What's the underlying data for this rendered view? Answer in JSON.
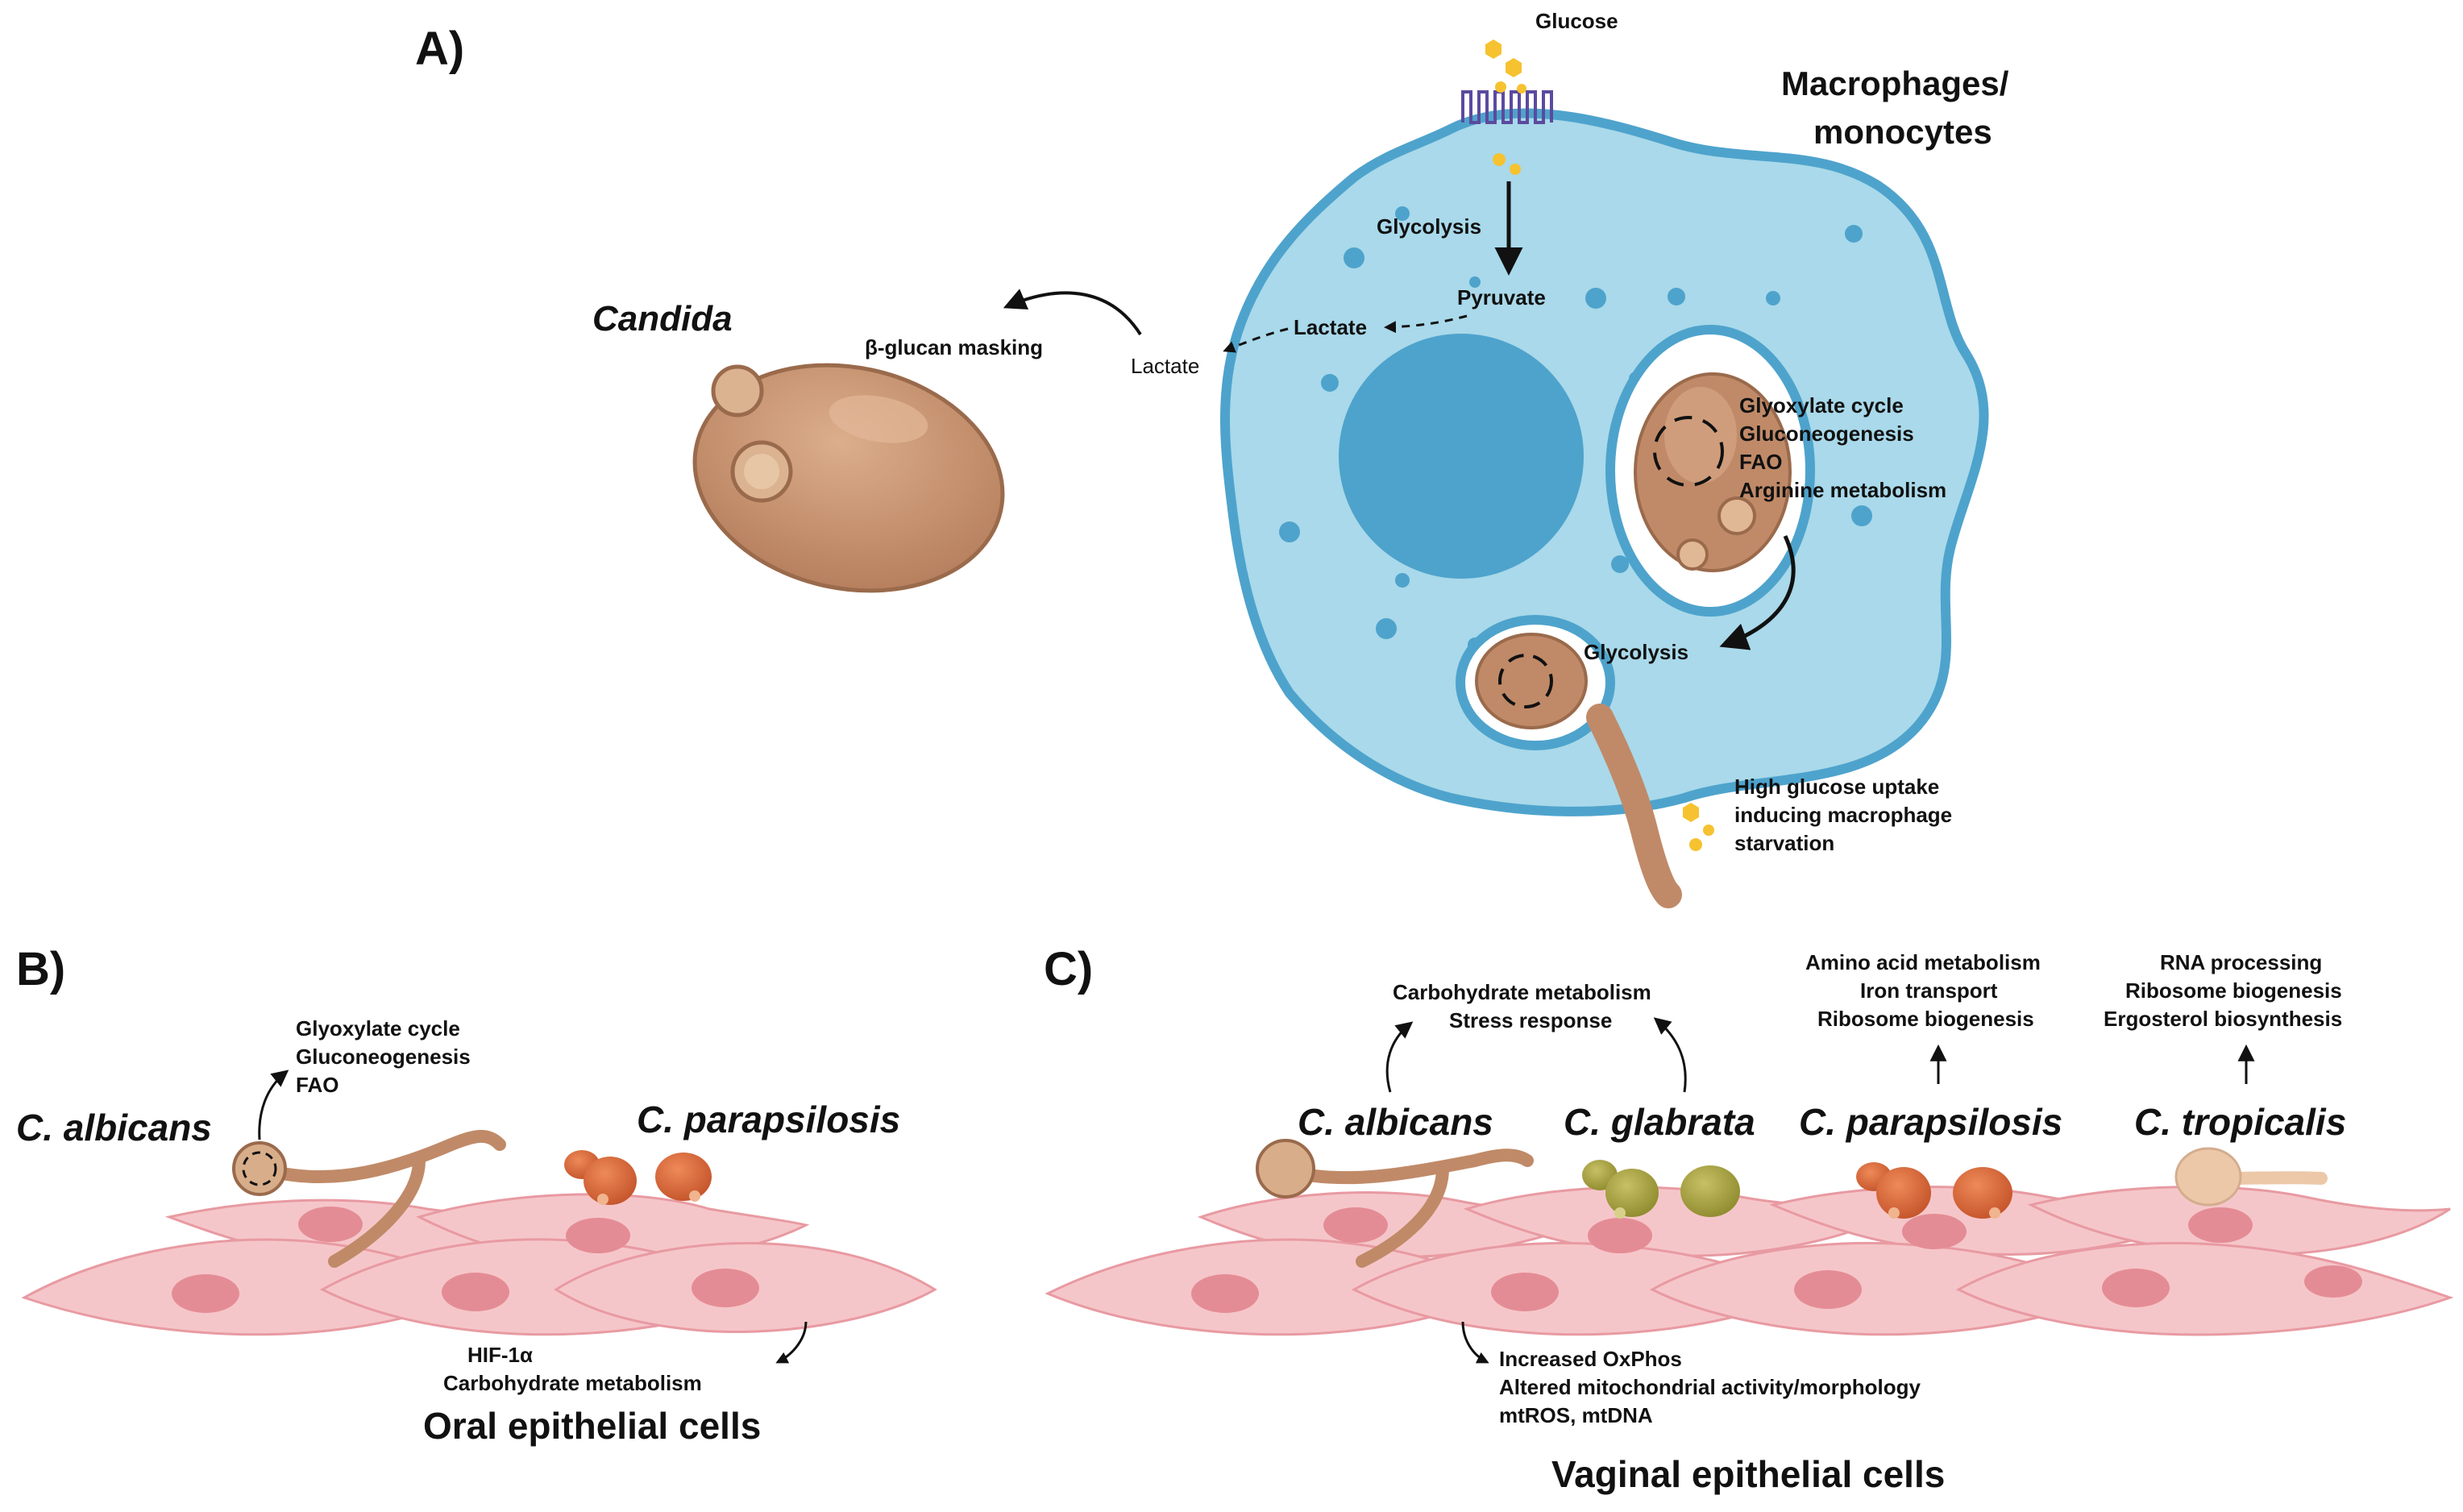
{
  "panel_a": {
    "label": "A)",
    "glucose": "Glucose",
    "host_title_line1": "Macrophages/",
    "host_title_line2": "monocytes",
    "glycolysis": "Glycolysis",
    "pyruvate": "Pyruvate",
    "lactate_inner": "Lactate",
    "lactate_outer": "Lactate",
    "beta_glucan": "β-glucan masking",
    "candida": "Candida",
    "phago_pathways": [
      "Glyoxylate cycle",
      "Gluconeogenesis",
      "FAO",
      "Arginine metabolism"
    ],
    "hyphal_glycolysis": "Glycolysis",
    "starvation": [
      "High glucose uptake",
      "inducing macrophage",
      "starvation"
    ]
  },
  "panel_b": {
    "label": "B)",
    "albicans_pathways": [
      "Glyoxylate cycle",
      "Gluconeogenesis",
      "FAO"
    ],
    "species_albicans": "C. albicans",
    "species_parapsilosis": "C. parapsilosis",
    "host_pathways": [
      "HIF-1α",
      "Carbohydrate metabolism"
    ],
    "cells_title": "Oral epithelial cells"
  },
  "panel_c": {
    "label": "C)",
    "albicans_glabrata_pathways": [
      "Carbohydrate metabolism",
      "Stress response"
    ],
    "parapsilosis_pathways": [
      "Amino acid metabolism",
      "Iron transport",
      "Ribosome biogenesis"
    ],
    "tropicalis_pathways": [
      "RNA processing",
      "Ribosome biogenesis",
      "Ergosterol biosynthesis"
    ],
    "species_albicans": "C. albicans",
    "species_glabrata": "C. glabrata",
    "species_parapsilosis": "C. parapsilosis",
    "species_tropicalis": "C. tropicalis",
    "host_pathways": [
      "Increased OxPhos",
      "Altered mitochondrial activity/morphology",
      "mtROS, mtDNA"
    ],
    "cells_title": "Vaginal epithelial cells"
  },
  "colors": {
    "macrophage_fill": "#a9d9ea",
    "macrophage_stroke": "#4ea3cc",
    "nucleus": "#4ea3cc",
    "candida_fill": "#c08a68",
    "epithelial_fill": "#f5c6c9",
    "epithelial_nucleus": "#e48c95",
    "parapsilosis": "#d8673a",
    "glabrata": "#a6a040",
    "tropicalis": "#ecc8a8",
    "glucose": "#f6c230"
  }
}
